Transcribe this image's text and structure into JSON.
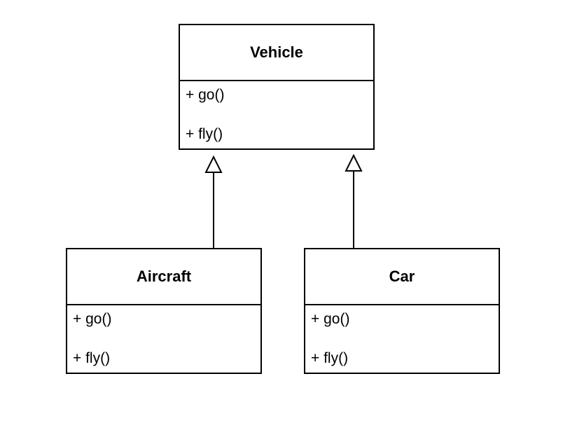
{
  "classes": {
    "vehicle": {
      "name": "Vehicle",
      "methods": [
        "+ go()",
        "+ fly()"
      ]
    },
    "aircraft": {
      "name": "Aircraft",
      "methods": [
        "+ go()",
        "+ fly()"
      ]
    },
    "car": {
      "name": "Car",
      "methods": [
        "+ go()",
        "+ fly()"
      ]
    }
  },
  "relationships": [
    {
      "from": "Aircraft",
      "to": "Vehicle",
      "type": "generalization"
    },
    {
      "from": "Car",
      "to": "Vehicle",
      "type": "generalization"
    }
  ],
  "colors": {
    "stroke": "#000000",
    "fill": "#ffffff"
  }
}
